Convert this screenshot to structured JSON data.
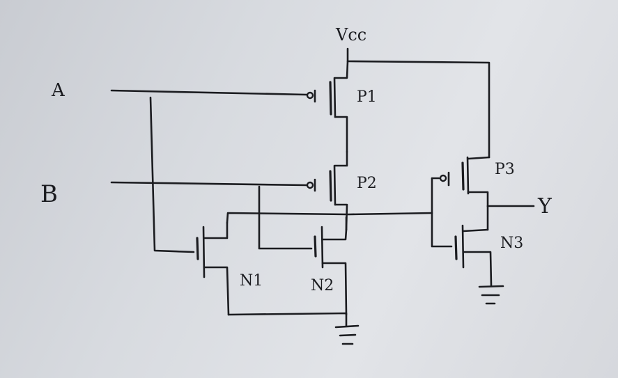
{
  "labels": {
    "vcc": "Vcc",
    "input_a": "A",
    "input_b": "B",
    "output_y": "Y",
    "p1": "P1",
    "p2": "P2",
    "p3": "P3",
    "n1": "N1",
    "n2": "N2",
    "n3": "N3"
  },
  "colors": {
    "ink": "#1b1c20",
    "paper": "#d9dce1"
  }
}
